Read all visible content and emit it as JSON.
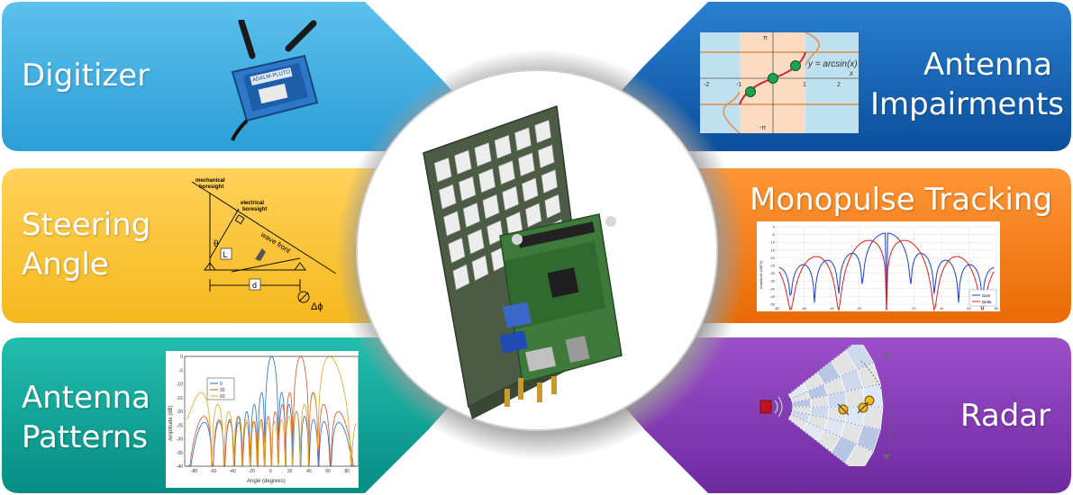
{
  "panels": {
    "digitizer": {
      "title_lines": [
        "Digitizer"
      ],
      "color": "#3aaee2"
    },
    "antenna_impairments": {
      "title_lines": [
        "Antenna",
        "Impairments"
      ],
      "color": "#0d62b6"
    },
    "steering_angle": {
      "title_lines": [
        "Steering",
        "Angle"
      ],
      "color": "#ffc534"
    },
    "monopulse_tracking": {
      "title_lines": [
        "Monopulse Tracking"
      ],
      "color": "#f77b0c"
    },
    "antenna_patterns": {
      "title_lines": [
        "Antenna",
        "Patterns"
      ],
      "color": "#10a99c"
    },
    "radar": {
      "title_lines": [
        "Radar"
      ],
      "color": "#8437b4"
    }
  },
  "digitizer_device": {
    "brand": "ADALM-PLUTO"
  },
  "arcsin_plot": {
    "equation": "y = arcsin(x)",
    "x_ticks": [
      "-2",
      "-1",
      "1",
      "2"
    ],
    "y_ticks": [
      "π",
      "-π"
    ],
    "x_axis_label": "x"
  },
  "steering_diagram": {
    "mechanical_boresight": [
      "mechanical",
      "boresight"
    ],
    "electrical_boresight": [
      "electrical",
      "boresight"
    ],
    "wave_front": "wave front",
    "theta": "θ",
    "L": "L",
    "d": "d",
    "delta_phi": "Δϕ"
  },
  "monopulse_plot": {
    "y_label": "Amplitude (dBFS)",
    "y_ticks": [
      "0",
      "-5",
      "-10",
      "-15",
      "-20",
      "-25",
      "-30",
      "-35",
      "-40",
      "-45",
      "-50"
    ],
    "x_ticks": [
      "-80",
      "-60",
      "-40",
      "-20",
      "0",
      "20",
      "40",
      "60",
      "80"
    ],
    "legend": [
      "Sum",
      "Delta"
    ],
    "colors": [
      "#1f3fd6",
      "#e02020"
    ]
  },
  "patterns_plot": {
    "y_label": "Amplitude (dB)",
    "x_label": "Angle (degrees)",
    "y_ticks": [
      "0",
      "-5",
      "-10",
      "-15",
      "-20",
      "-25",
      "-30",
      "-35",
      "-40"
    ],
    "x_ticks": [
      "-80",
      "-60",
      "-40",
      "-20",
      "0",
      "20",
      "40",
      "60",
      "80"
    ],
    "legend": [
      "0",
      "30",
      "60"
    ],
    "colors": [
      "#1f6fd1",
      "#d9532a",
      "#e3a81c"
    ]
  },
  "center_board": {
    "description_colors": {
      "pcb": "#4a5a45",
      "patch": "#e8e8e8",
      "pi": "#3f7a3f"
    }
  }
}
